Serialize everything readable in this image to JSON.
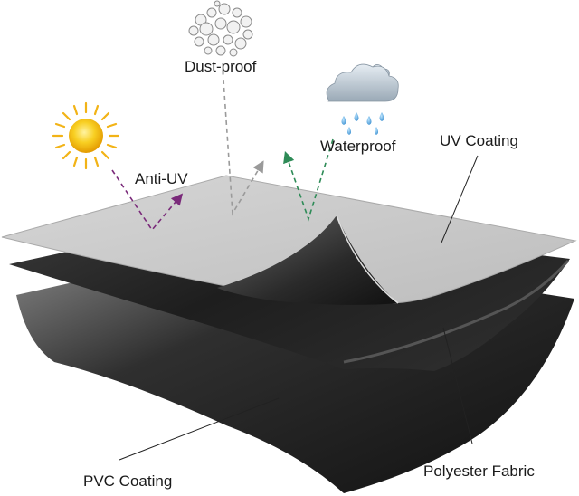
{
  "labels": {
    "dust_proof": "Dust-proof",
    "waterproof": "Waterproof",
    "anti_uv": "Anti-UV",
    "uv_coating": "UV Coating",
    "polyester_fabric": "Polyester Fabric",
    "pvc_coating": "PVC Coating"
  },
  "colors": {
    "top_layer": "#c9c9c9",
    "middle_layer": "#2a2a2a",
    "bottom_layer": "#4a4a4a",
    "anti_uv_arrow": "#7a2a7a",
    "dust_arrow": "#9a9a9a",
    "water_arrow": "#2e8b57",
    "sun": "#f6c21a"
  },
  "icons": [
    "sun-icon",
    "dust-icon",
    "rain-cloud-icon"
  ]
}
